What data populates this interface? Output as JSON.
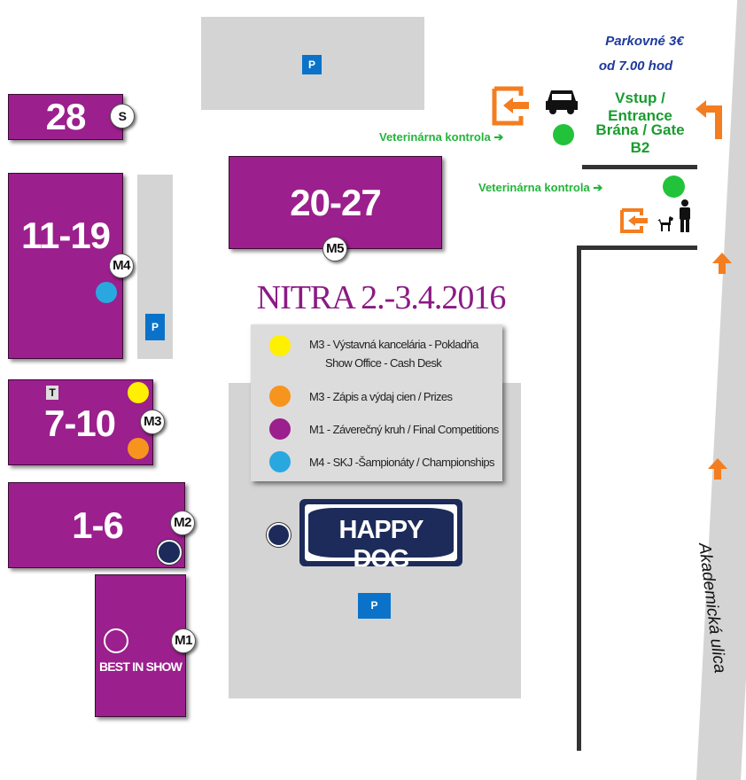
{
  "title": "NITRA 2.-3.4.2016",
  "colors": {
    "hall": "#9b1f8c",
    "parking": "#0a73c9",
    "veterinary": "#22b53a",
    "entrance_arrow": "#f47d20",
    "office_dot": "#ffef00",
    "prizes_dot": "#f7941d",
    "final_dot": "#9b1f8c",
    "championships_dot": "#29a8e0",
    "happydog_navy": "#1c2b59"
  },
  "parking_label": "P",
  "parking_info": {
    "line1": "Parkovné 3€",
    "line2": "od 7.00 hod"
  },
  "entrance": {
    "line1": "Vstup / Entrance",
    "line2": "Brána / Gate B2"
  },
  "veterinary": {
    "label": "Veterinárna kontrola ➔"
  },
  "street": "Akademická ulica",
  "halls": {
    "h28": "28",
    "h20_27": "20-27",
    "h11_19": "11-19",
    "h7_10": "7-10",
    "h1_6": "1-6",
    "best_in_show": "BEST IN SHOW"
  },
  "markers": {
    "s": "S",
    "m1": "M1",
    "m2": "M2",
    "m3": "M3",
    "m4": "M4",
    "m5": "M5",
    "t": "T"
  },
  "legend": [
    {
      "line1": "M3 - Výstavná kancelária - Pokladňa",
      "line2": "Show Office - Cash Desk",
      "color": "#ffef00"
    },
    {
      "line1": "M3 - Zápis a výdaj cien / Prizes",
      "line2": "",
      "color": "#f7941d"
    },
    {
      "line1": "M1 - Záverečný kruh / Final Competitions",
      "line2": "",
      "color": "#9b1f8c"
    },
    {
      "line1": "M4 - SKJ -Šampionáty / Championships",
      "line2": "",
      "color": "#29a8e0"
    }
  ],
  "sponsor": "HAPPY DOG"
}
